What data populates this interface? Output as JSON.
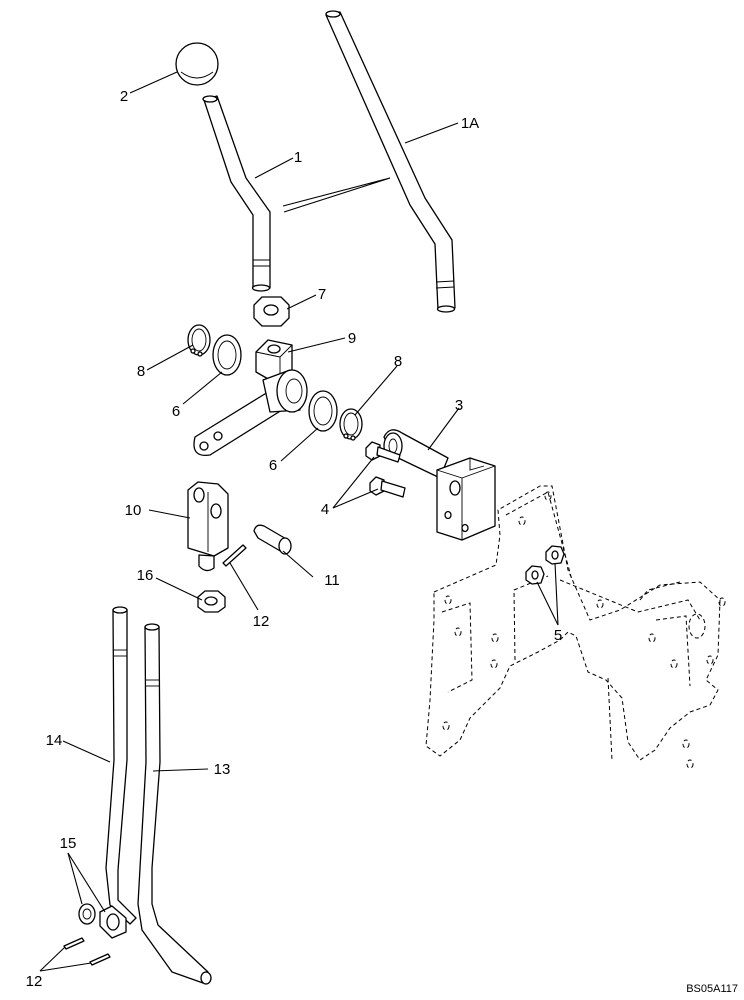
{
  "callouts": {
    "c1": "1",
    "c1a": "1A",
    "c2": "2",
    "c3": "3",
    "c4": "4",
    "c5": "5",
    "c6a": "6",
    "c6b": "6",
    "c7": "7",
    "c8a": "8",
    "c8b": "8",
    "c9": "9",
    "c10": "10",
    "c11": "11",
    "c12a": "12",
    "c12b": "12",
    "c13": "13",
    "c14": "14",
    "c15": "15",
    "c16": "16"
  },
  "drawing_code": "BS05A117"
}
